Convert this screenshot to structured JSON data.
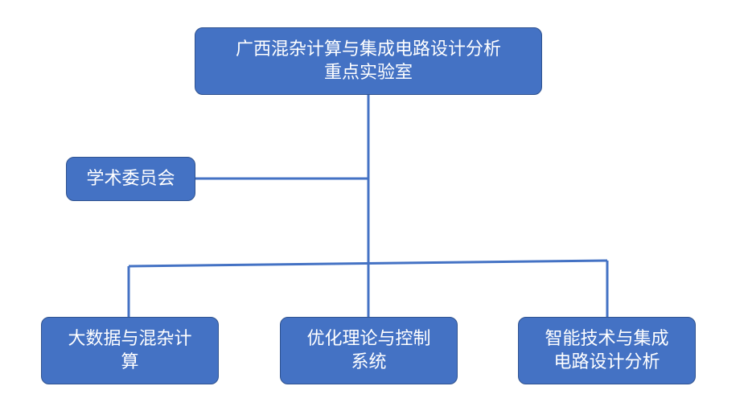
{
  "root": {
    "line1": "广西混杂计算与集成电路设计分析",
    "line2": "重点实验室"
  },
  "committee": {
    "label": "学术委员会"
  },
  "branches": [
    {
      "line1": "大数据与混杂计",
      "line2": "算"
    },
    {
      "line1": "优化理论与控制",
      "line2": "系统"
    },
    {
      "line1": "智能技术与集成",
      "line2": "电路设计分析"
    }
  ],
  "colors": {
    "box_fill": "#4472c4",
    "box_border": "#2f528f",
    "line": "#4472c4",
    "text": "#ffffff"
  }
}
